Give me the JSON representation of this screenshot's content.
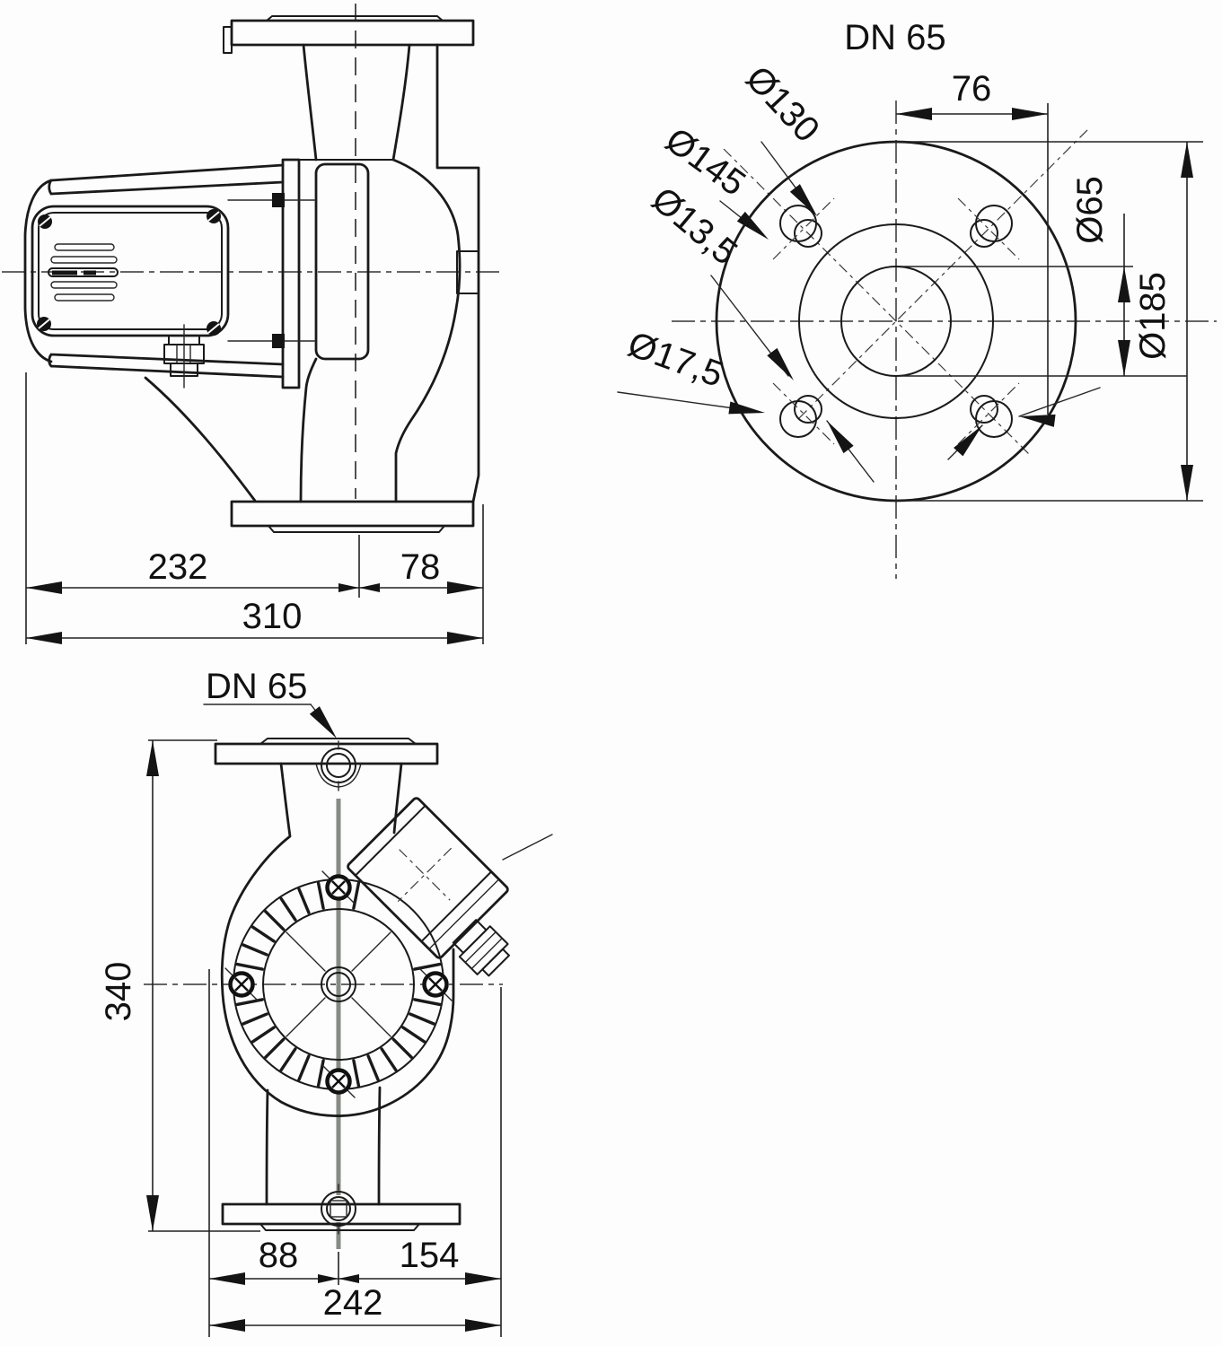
{
  "drawing": {
    "side_view": {
      "dim_motor_to_axis": "232",
      "dim_axis_to_right": "78",
      "dim_total_length": "310"
    },
    "flange_view": {
      "title": "DN 65",
      "dim_hole_offset": "76",
      "label_bolt_circle_small": "Ø130",
      "label_bolt_circle_large": "Ø145",
      "label_hole_small": "Ø13,5",
      "label_hole_large": "Ø17,5",
      "label_bore": "Ø65",
      "label_outer_diameter": "Ø185"
    },
    "front_view": {
      "title": "DN 65",
      "dim_height": "340",
      "dim_left_to_axis": "88",
      "dim_axis_to_gland": "154",
      "dim_flange_width": "242"
    }
  },
  "colors": {
    "line": "#1a1a1a",
    "dim_line": "#222222",
    "centerline": "#333333",
    "thick_centerline": "#868b83",
    "background": "#fdfdfd"
  }
}
